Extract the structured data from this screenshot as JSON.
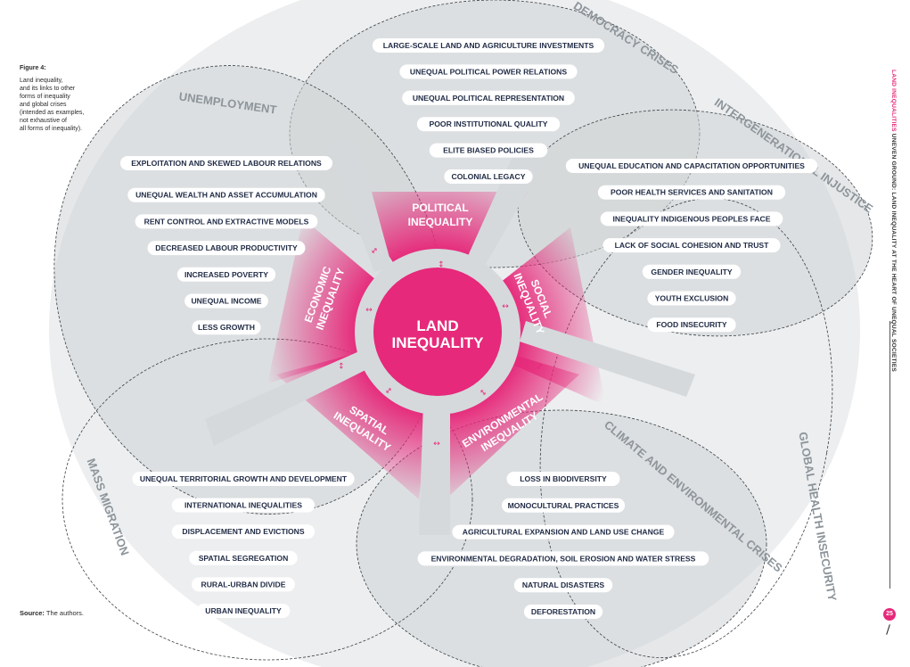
{
  "figure": {
    "label": "Figure 4:",
    "caption_lines": [
      "Land inequality,",
      "and its links to other",
      "forms of inequality",
      "and global crises",
      "(intended as examples,",
      "not exhaustive of",
      "all forms of inequality)."
    ]
  },
  "source": {
    "label": "Source:",
    "text": "The authors."
  },
  "running_head": {
    "highlight": "LAND INEQUALITIES",
    "rest": "UNEVEN GROUND: LAND INEQUALITY AT THE HEART OF UNEQUAL SOCIETIES"
  },
  "page_number": "25",
  "center": {
    "line1": "LAND",
    "line2": "INEQUALITY"
  },
  "spokes": {
    "political": [
      "POLITICAL",
      "INEQUALITY"
    ],
    "social": [
      "SOCIAL",
      "INEQUALITY"
    ],
    "environmental": [
      "ENVIRONMENTAL",
      "INEQUALITY"
    ],
    "spatial": [
      "SPATIAL",
      "INEQUALITY"
    ],
    "economic": [
      "ECONOMIC",
      "INEQUALITY"
    ]
  },
  "crises": {
    "democracy": "DEMOCRACY CRISES",
    "unemployment": "UNEMPLOYMENT",
    "intergenerational": "INTERGENERATIONAL INJUSTICE",
    "climate": "CLIMATE AND ENVIRONMENTAL CRISES",
    "health": "GLOBAL HEALTH INSECURITY",
    "migration": "MASS MIGRATION"
  },
  "items": {
    "political": [
      "LARGE-SCALE LAND AND AGRICULTURE INVESTMENTS",
      "UNEQUAL POLITICAL POWER RELATIONS",
      "UNEQUAL POLITICAL REPRESENTATION",
      "POOR INSTITUTIONAL QUALITY",
      "ELITE BIASED POLICIES",
      "COLONIAL LEGACY"
    ],
    "economic": [
      "EXPLOITATION AND SKEWED LABOUR RELATIONS",
      "UNEQUAL WEALTH AND ASSET ACCUMULATION",
      "RENT CONTROL AND EXTRACTIVE MODELS",
      "DECREASED LABOUR PRODUCTIVITY",
      "INCREASED POVERTY",
      "UNEQUAL INCOME",
      "LESS GROWTH"
    ],
    "social": [
      "UNEQUAL EDUCATION AND CAPACITATION OPPORTUNITIES",
      "POOR HEALTH SERVICES AND SANITATION",
      "INEQUALITY INDIGENOUS PEOPLES FACE",
      "LACK OF SOCIAL COHESION AND TRUST",
      "GENDER INEQUALITY",
      "YOUTH EXCLUSION",
      "FOOD INSECURITY"
    ],
    "spatial": [
      "UNEQUAL TERRITORIAL GROWTH AND DEVELOPMENT",
      "INTERNATIONAL INEQUALITIES",
      "DISPLACEMENT AND EVICTIONS",
      "SPATIAL SEGREGATION",
      "RURAL-URBAN DIVIDE",
      "URBAN INEQUALITY"
    ],
    "environmental": [
      "LOSS IN BIODIVERSITY",
      "MONOCULTURAL PRACTICES",
      "AGRICULTURAL EXPANSION AND LAND USE CHANGE",
      "ENVIRONMENTAL DEGRADATION, SOIL EROSION AND WATER STRESS",
      "NATURAL DISASTERS",
      "DEFORESTATION"
    ]
  },
  "colors": {
    "accent": "#e6297a",
    "ring": "#d3d7da",
    "bubble": "#d9dcdf",
    "crisis_text": "#8d959b",
    "item_text": "#1f2a44"
  }
}
